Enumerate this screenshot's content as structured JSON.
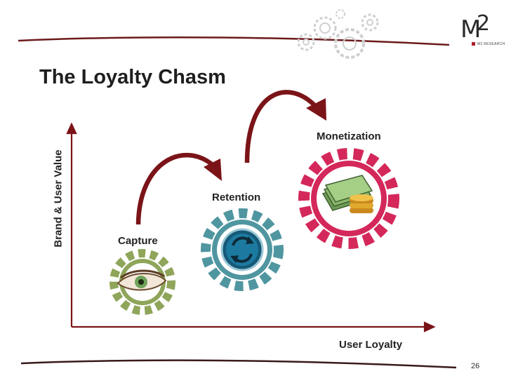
{
  "slide": {
    "title": "The Loyalty Chasm",
    "page_number": "26"
  },
  "logo": {
    "main": "M",
    "superscript": "2",
    "subtitle": "M2 RESEARCH"
  },
  "axes": {
    "x_label": "User Loyalty",
    "y_label": "Brand & User Value"
  },
  "stages": [
    {
      "label": "Capture",
      "icon": "eye-icon",
      "gear_color": "#8fa55a"
    },
    {
      "label": "Retention",
      "icon": "refresh-icon",
      "gear_color": "#4f96a0"
    },
    {
      "label": "Monetization",
      "icon": "money-icon",
      "gear_color": "#d4285a"
    }
  ],
  "colors": {
    "arrow": "#7b1418",
    "rule": "#6d1a1c",
    "axis": "#7b1418"
  }
}
